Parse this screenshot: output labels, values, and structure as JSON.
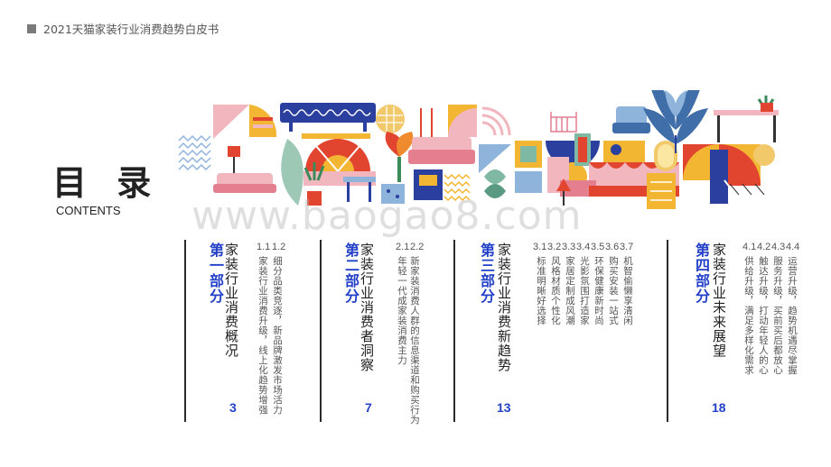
{
  "header": {
    "title": "2021天猫家装行业消费趋势白皮书"
  },
  "toc": {
    "heading": "目 录",
    "subheading": "CONTENTS"
  },
  "watermark": "www.baogao8.com",
  "sections": [
    {
      "part": "第一部分",
      "title": "家装行业消费概况",
      "page": "3",
      "numbers": [
        "1.1",
        "1.2"
      ],
      "items": [
        "细分品类竞逐，新品牌激发市场活力",
        "家装行业消费升级，线上化趋势增强"
      ]
    },
    {
      "part": "第二部分",
      "title": "家装行业消费者洞察",
      "page": "7",
      "numbers": [
        "2.1",
        "2.2"
      ],
      "items": [
        "新家装消费人群的信息渠道和购买行为",
        "年轻一代成家装消费主力"
      ]
    },
    {
      "part": "第三部分",
      "title": "家装行业消费新趋势",
      "page": "13",
      "numbers": [
        "3.1",
        "3.2",
        "3.3",
        "3.4",
        "3.5",
        "3.6",
        "3.7"
      ],
      "items": [
        "机智偷懒享清闲",
        "购买安装一站式",
        "环保健康新时尚",
        "光影氛围打造家",
        "家居定制成风潮",
        "风格材质个性化",
        "标准明晰好选择"
      ]
    },
    {
      "part": "第四部分",
      "title": "家装行业未来展望",
      "page": "18",
      "numbers": [
        "4.1",
        "4.2",
        "4.3",
        "4.4"
      ],
      "items": [
        "运营升级，趋势机遇尽掌握",
        "服务升级，买前买后都放心",
        "触达升级，打动年轻人的心",
        "供给升级，满足多样化需求"
      ]
    }
  ],
  "colors": {
    "accent_blue": "#2340c8",
    "brand_blue": "#2b3f9e",
    "pink": "#f2b6bf",
    "yellow": "#f2b632",
    "red": "#e2452f",
    "orange": "#ef8a2f",
    "teal": "#7fb9a4",
    "light_blue": "#8fb4dc"
  }
}
